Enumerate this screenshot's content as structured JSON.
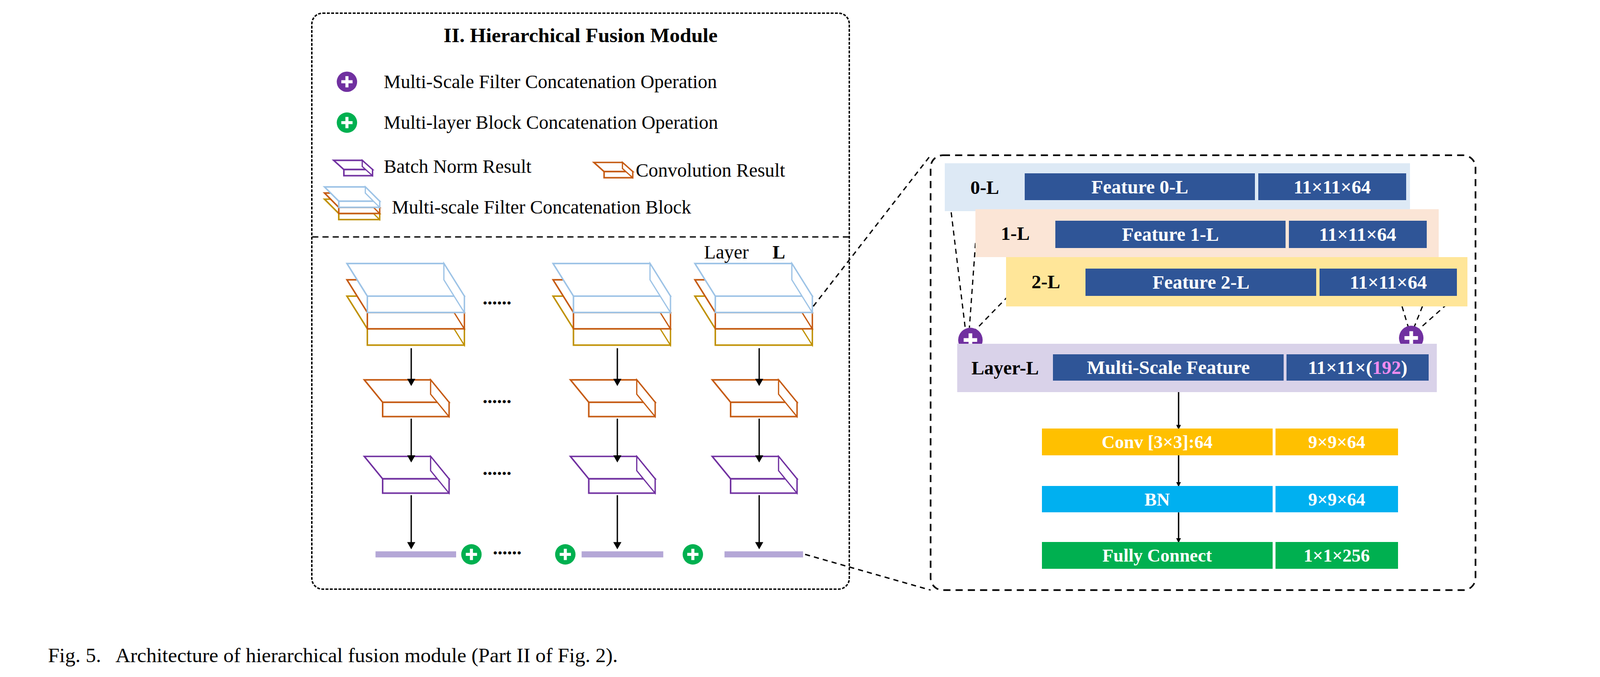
{
  "diagram": {
    "caption": "Fig. 5.   Architecture of hierarchical fusion module (Part II of Fig. 2).",
    "nodes": [
      {
        "text": [
          "II. Hierarchical Fusion Module"
        ]
      },
      {
        "text": [
          "0-L"
        ]
      },
      {
        "text": [
          "Feature 0-L"
        ],
        "in": 1
      },
      {
        "text": [
          "11×11×64"
        ],
        "in": 1
      },
      {
        "text": [
          "1-L"
        ]
      },
      {
        "text": [
          "Feature 1-L"
        ],
        "in": 4
      },
      {
        "text": [
          "11×11×64"
        ],
        "in": 4
      },
      {
        "text": [
          "2-L"
        ]
      },
      {
        "text": [
          "Feature 2-L"
        ],
        "in": 7
      },
      {
        "text": [
          "11×11×64"
        ],
        "in": 7
      },
      {
        "text": [
          "Layer-L"
        ]
      },
      {
        "text": [
          "Multi-Scale Feature"
        ],
        "in": 10
      },
      {
        "text": [
          "11×11×(",
          "192",
          ")"
        ],
        "in": 10
      },
      {
        "text": [
          "Conv [3×3]:64"
        ]
      },
      {
        "text": [
          "9×9×64"
        ]
      },
      {
        "text": [
          "BN"
        ]
      },
      {
        "text": [
          "9×9×64"
        ]
      },
      {
        "text": [
          "Fully Connect"
        ]
      },
      {
        "text": [
          "1×1×256"
        ]
      }
    ],
    "edges": [
      {
        "from": 10,
        "to": 13,
        "arrow": "to"
      },
      {
        "from": 13,
        "to": 15,
        "arrow": "to"
      },
      {
        "from": 15,
        "to": 17,
        "arrow": "to"
      }
    ],
    "labels": [
      "Layer",
      "L",
      "......",
      "......",
      "......",
      "......"
    ],
    "legend": [
      {
        "text": "Multi-Scale Filter Concatenation Operation"
      },
      {
        "text": "Multi-layer Block Concatenation Operation"
      },
      {
        "text": "Batch Norm Result"
      },
      {
        "text": "Convolution Result"
      },
      {
        "text": "Multi-scale Filter Concatenation Block"
      }
    ]
  }
}
